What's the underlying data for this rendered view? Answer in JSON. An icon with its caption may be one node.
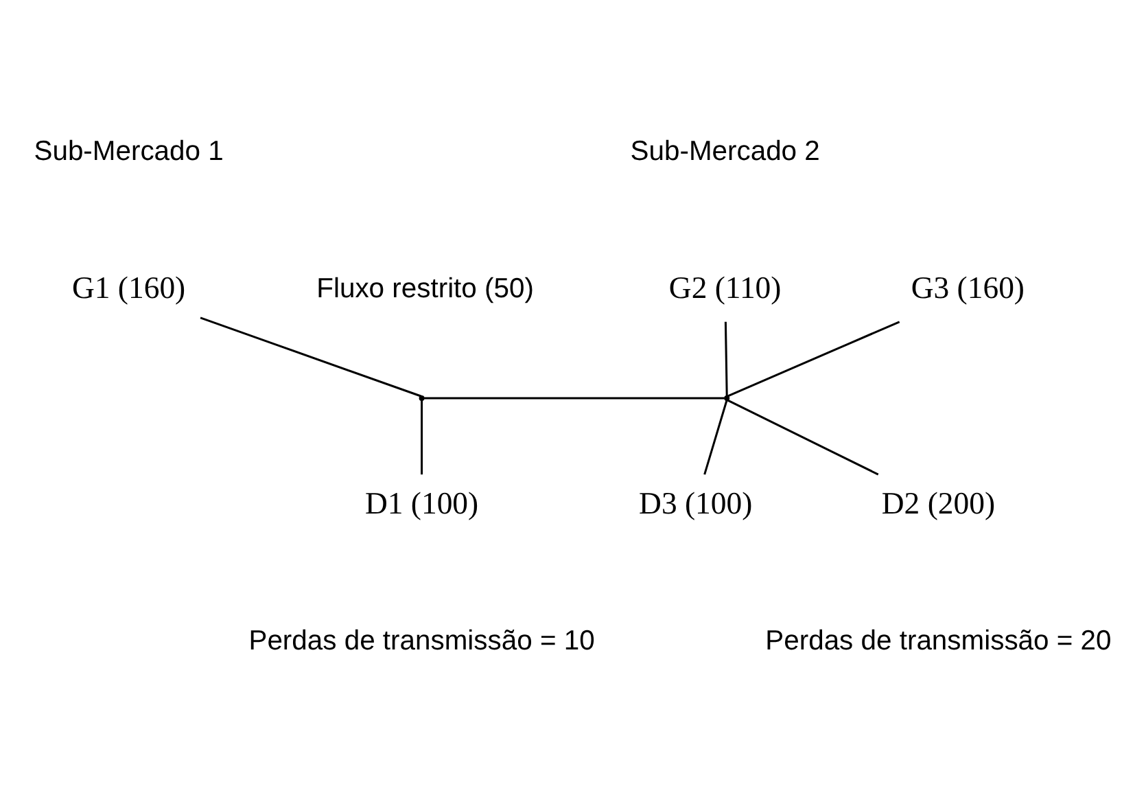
{
  "diagram": {
    "nodes": [
      {
        "text": [
          "G1 (160)"
        ]
      },
      {
        "text": [
          "D1 (100)"
        ]
      },
      {
        "text": [
          "G2 (110)"
        ]
      },
      {
        "text": [
          "D2 (200)"
        ]
      },
      {
        "text": [
          "G3 (160)"
        ]
      },
      {
        "text": [
          "D3 (100)"
        ]
      },
      {
        "text": [],
        "shape": "point"
      },
      {
        "text": [],
        "shape": "point"
      }
    ],
    "edges": [
      {
        "from": 0,
        "to": 6,
        "arrow": "none"
      },
      {
        "from": 6,
        "to": 1,
        "arrow": "none"
      },
      {
        "from": 6,
        "to": 7,
        "arrow": "none"
      },
      {
        "from": 2,
        "to": 7,
        "arrow": "none"
      },
      {
        "from": 7,
        "to": 3,
        "arrow": "none"
      },
      {
        "from": 4,
        "to": 7,
        "arrow": "none"
      },
      {
        "from": 7,
        "to": 5,
        "arrow": "none"
      }
    ],
    "labels": [
      "Sub-Mercado 1",
      "Sub-Mercado 2",
      "Fluxo restrito (50)",
      "Perdas de transmissão = 10",
      "Perdas de transmissão = 20"
    ]
  }
}
